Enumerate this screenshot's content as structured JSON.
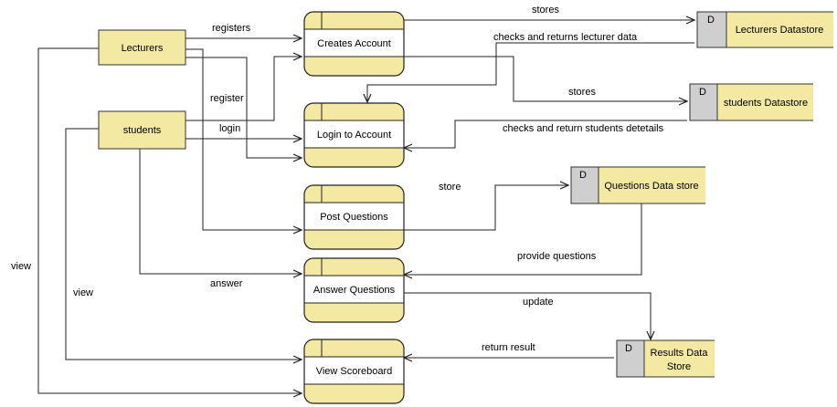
{
  "entities": {
    "lecturers": "Lecturers",
    "students": "students"
  },
  "processes": {
    "create_account": "Creates Account",
    "login": "Login to Account",
    "post_questions": "Post Questions",
    "answer_questions": "Answer Questions",
    "view_scoreboard": "View Scoreboard"
  },
  "datastores": {
    "lecturers": {
      "id": "D",
      "name": "Lecturers Datastore"
    },
    "students": {
      "id": "D",
      "name": "students Datastore"
    },
    "questions": {
      "id": "D",
      "name": "Questions Data store"
    },
    "results": {
      "id": "D",
      "name_line1": "Results Data",
      "name_line2": "Store"
    }
  },
  "flows": {
    "registers": "registers",
    "register": "register",
    "login": "login",
    "stores_lecturers": "stores",
    "checks_lecturer": "checks and returns lecturer data",
    "stores_students": "stores",
    "checks_students": "checks and return students detetails",
    "store_questions": "store",
    "provide_questions": "provide questions",
    "answer": "answer",
    "update": "update",
    "return_result": "return result",
    "view_lecturers": "view",
    "view_students": "view"
  }
}
